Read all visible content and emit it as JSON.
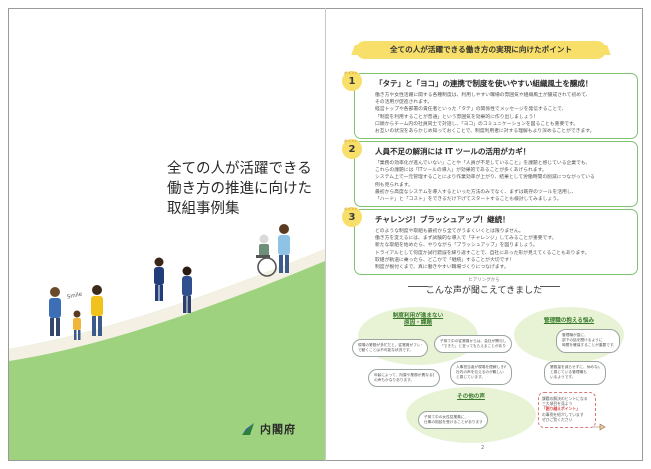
{
  "cover": {
    "title_lines": [
      "全ての人が活躍できる",
      "働き方の推進に向けた",
      "取組事例集"
    ],
    "org_name": "内閣府",
    "smile_label": "Smile"
  },
  "right": {
    "banner": "全ての人が活躍できる働き方の実現に向けたポイント",
    "points": [
      {
        "tag": "ポイント",
        "number": "1",
        "heading": "「タテ」と「ヨコ」の連携で制度を使いやすい組織風土を醸成！",
        "lines": [
          "働き方や女性活躍に関する各種制度は、利用しやすい職場の雰囲気や組織風土が醸成されて初めて、",
          "その活用が促進されます。",
          "経営トップや各部署の責任者といった「タテ」の関係性でメッセージを発信することで、",
          "「制度を利用することが普通」という雰囲気を効果的に作り出しましょう！",
          "口頭からチーム内の社員同士で対話し、「ヨコ」のコミュニケーションを図ることも重要です。",
          "お互いの状況をあらかじめ知っておくことで、制度利用者に対する理解もより深めることができます。"
        ]
      },
      {
        "tag": "ポイント",
        "number": "2",
        "heading": "人員不足の解消には IT ツールの活用がカギ！",
        "lines": [
          "「業務の効率化が進んでいない」ことや「人員が不足していること」を課題と感じている企業でも、",
          "これらの課題には「ITツールの導入」が効果的であることが多くあげられます。",
          "システム上で一元管理することにより作業効率が上がり、結果として労働時間の削減につながっている",
          "例も見られます。",
          "最初から高度なシステムを導入するといった方法のみでなく、まずは既存のツールを活用し、",
          "「ハード」と「コスト」をできるだけ下げてスタートすることも検討してみましょう。"
        ]
      },
      {
        "tag": "ポイント",
        "number": "3",
        "heading": "チャレンジ！ブラッシュアップ！継続！",
        "lines": [
          "どのような制度や取組も最初から全てがうまくいくとは限りません。",
          "働き方を変えるには、まず試験的な導入で「チャレンジ」してみることが重要です。",
          "新たな取組を始めたら、やりながら「ブラッシュアップ」を図りましょう。",
          "トライアルとして何度か試行錯誤を繰り返すことで、自社にあった形が見えてくることもあります。",
          "取組が軌道に乗ったら、どこかで「継続」することが大切です！",
          "制度が根付くまで、真に働きやすい職場づくりにつなげます。"
        ]
      }
    ],
    "voices_small": "ヒアリングから",
    "voices_title": "こんな声が聞こえてきました",
    "clouds": [
      {
        "label_lines": [
          "制度利用が進まない",
          "原因・課題"
        ]
      },
      {
        "label": "管理職の抱える悩み"
      },
      {
        "label": "その他の声"
      }
    ],
    "bubbles": [
      {
        "lines": [
          "現場の業務が多忙だと、従業員がフレックス制度",
          "で動くことは不可能な状況です。"
        ]
      },
      {
        "lines": [
          "子育て中の従業員からは、会社が関与したことにより",
          "「できた」と言ってもらえることがありました。"
        ]
      },
      {
        "lines": [
          "管理職が直に、",
          "部下の話を聞けるように",
          "時間を確保することが重要です。"
        ]
      },
      {
        "lines": [
          "年齢によって、所属や業務が異なる部署",
          "の声もかなりあります。"
        ]
      },
      {
        "lines": [
          "人事担当者が現場を理解しきれず、",
          "社内の声を伝えるのが難しい",
          "と感じています。"
        ]
      },
      {
        "lines": [
          "業務量を減らせずに、休めない",
          "と感じている管理職も",
          "いるようです。"
        ]
      },
      {
        "lines": [
          "子育て中の女性従業員に、",
          "仕事の相談を受けることがあります。"
        ]
      }
    ],
    "callout": {
      "lines": [
        "課題の解決のヒントになる",
        "三大項目を見よう",
        "「困り越えポイント」",
        "の事例を紹介しています",
        "ぜひご覧ください"
      ]
    },
    "page_number": "2"
  },
  "colors": {
    "green_accent": "#7fc36f",
    "hill_green": "#9ed27f",
    "banner_yellow": "#f7df6a",
    "cloud_green": "#e8f3d6"
  }
}
